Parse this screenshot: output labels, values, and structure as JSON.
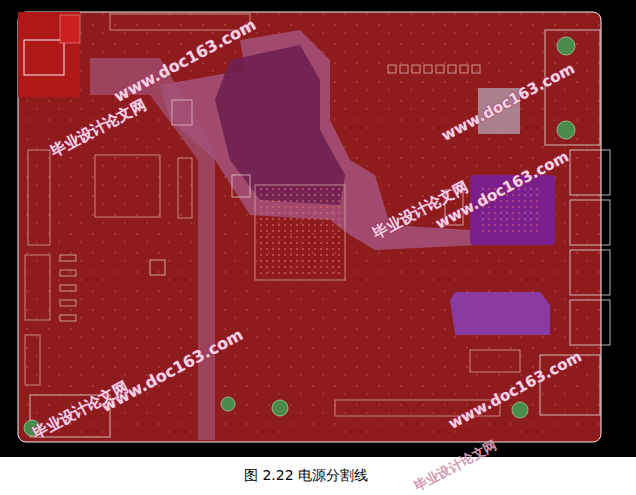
{
  "diagram": {
    "caption": "图 2.22 电源分割线",
    "labels": [
      "www.doc163.com",
      "www.doc163.com",
      "毕业设计论文网",
      "www.doc163.com",
      "毕业设计论文网",
      "www.doc163.com",
      "www.doc163.com",
      "毕业设计论文网",
      "毕业设计论文网"
    ]
  }
}
